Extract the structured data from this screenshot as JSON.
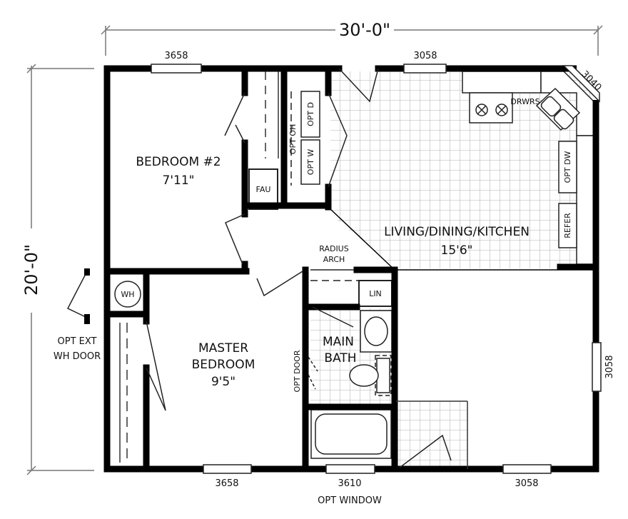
{
  "dimensions": {
    "overall_width": "30'-0\"",
    "overall_depth": "20'-0\""
  },
  "windows": {
    "top_left": "3658",
    "top_mid": "3058",
    "corner": "3040",
    "right": "3058",
    "bottom_left": "3658",
    "bottom_mid": "3610",
    "bottom_mid_note": "OPT WINDOW",
    "bottom_right": "3058"
  },
  "rooms": {
    "bedroom2_name": "BEDROOM #2",
    "bedroom2_size": "7'11\"",
    "master_name_1": "MASTER",
    "master_name_2": "BEDROOM",
    "master_size": "9'5\"",
    "living_name": "LIVING/DINING/KITCHEN",
    "living_size": "15'6\"",
    "bath_name_1": "MAIN",
    "bath_name_2": "BATH"
  },
  "fixtures": {
    "fau": "FAU",
    "wh": "WH",
    "lin": "LIN",
    "drwrs": "DRWRS",
    "opt_dw": "OPT DW",
    "refer": "REFER",
    "opt_oh": "OPT OH",
    "opt_d": "OPT D",
    "opt_w": "OPT W",
    "radius_1": "RADIUS",
    "radius_2": "ARCH",
    "opt_door": "OPT DOOR",
    "opt_ext_1": "OPT EXT",
    "opt_ext_2": "WH DOOR"
  }
}
